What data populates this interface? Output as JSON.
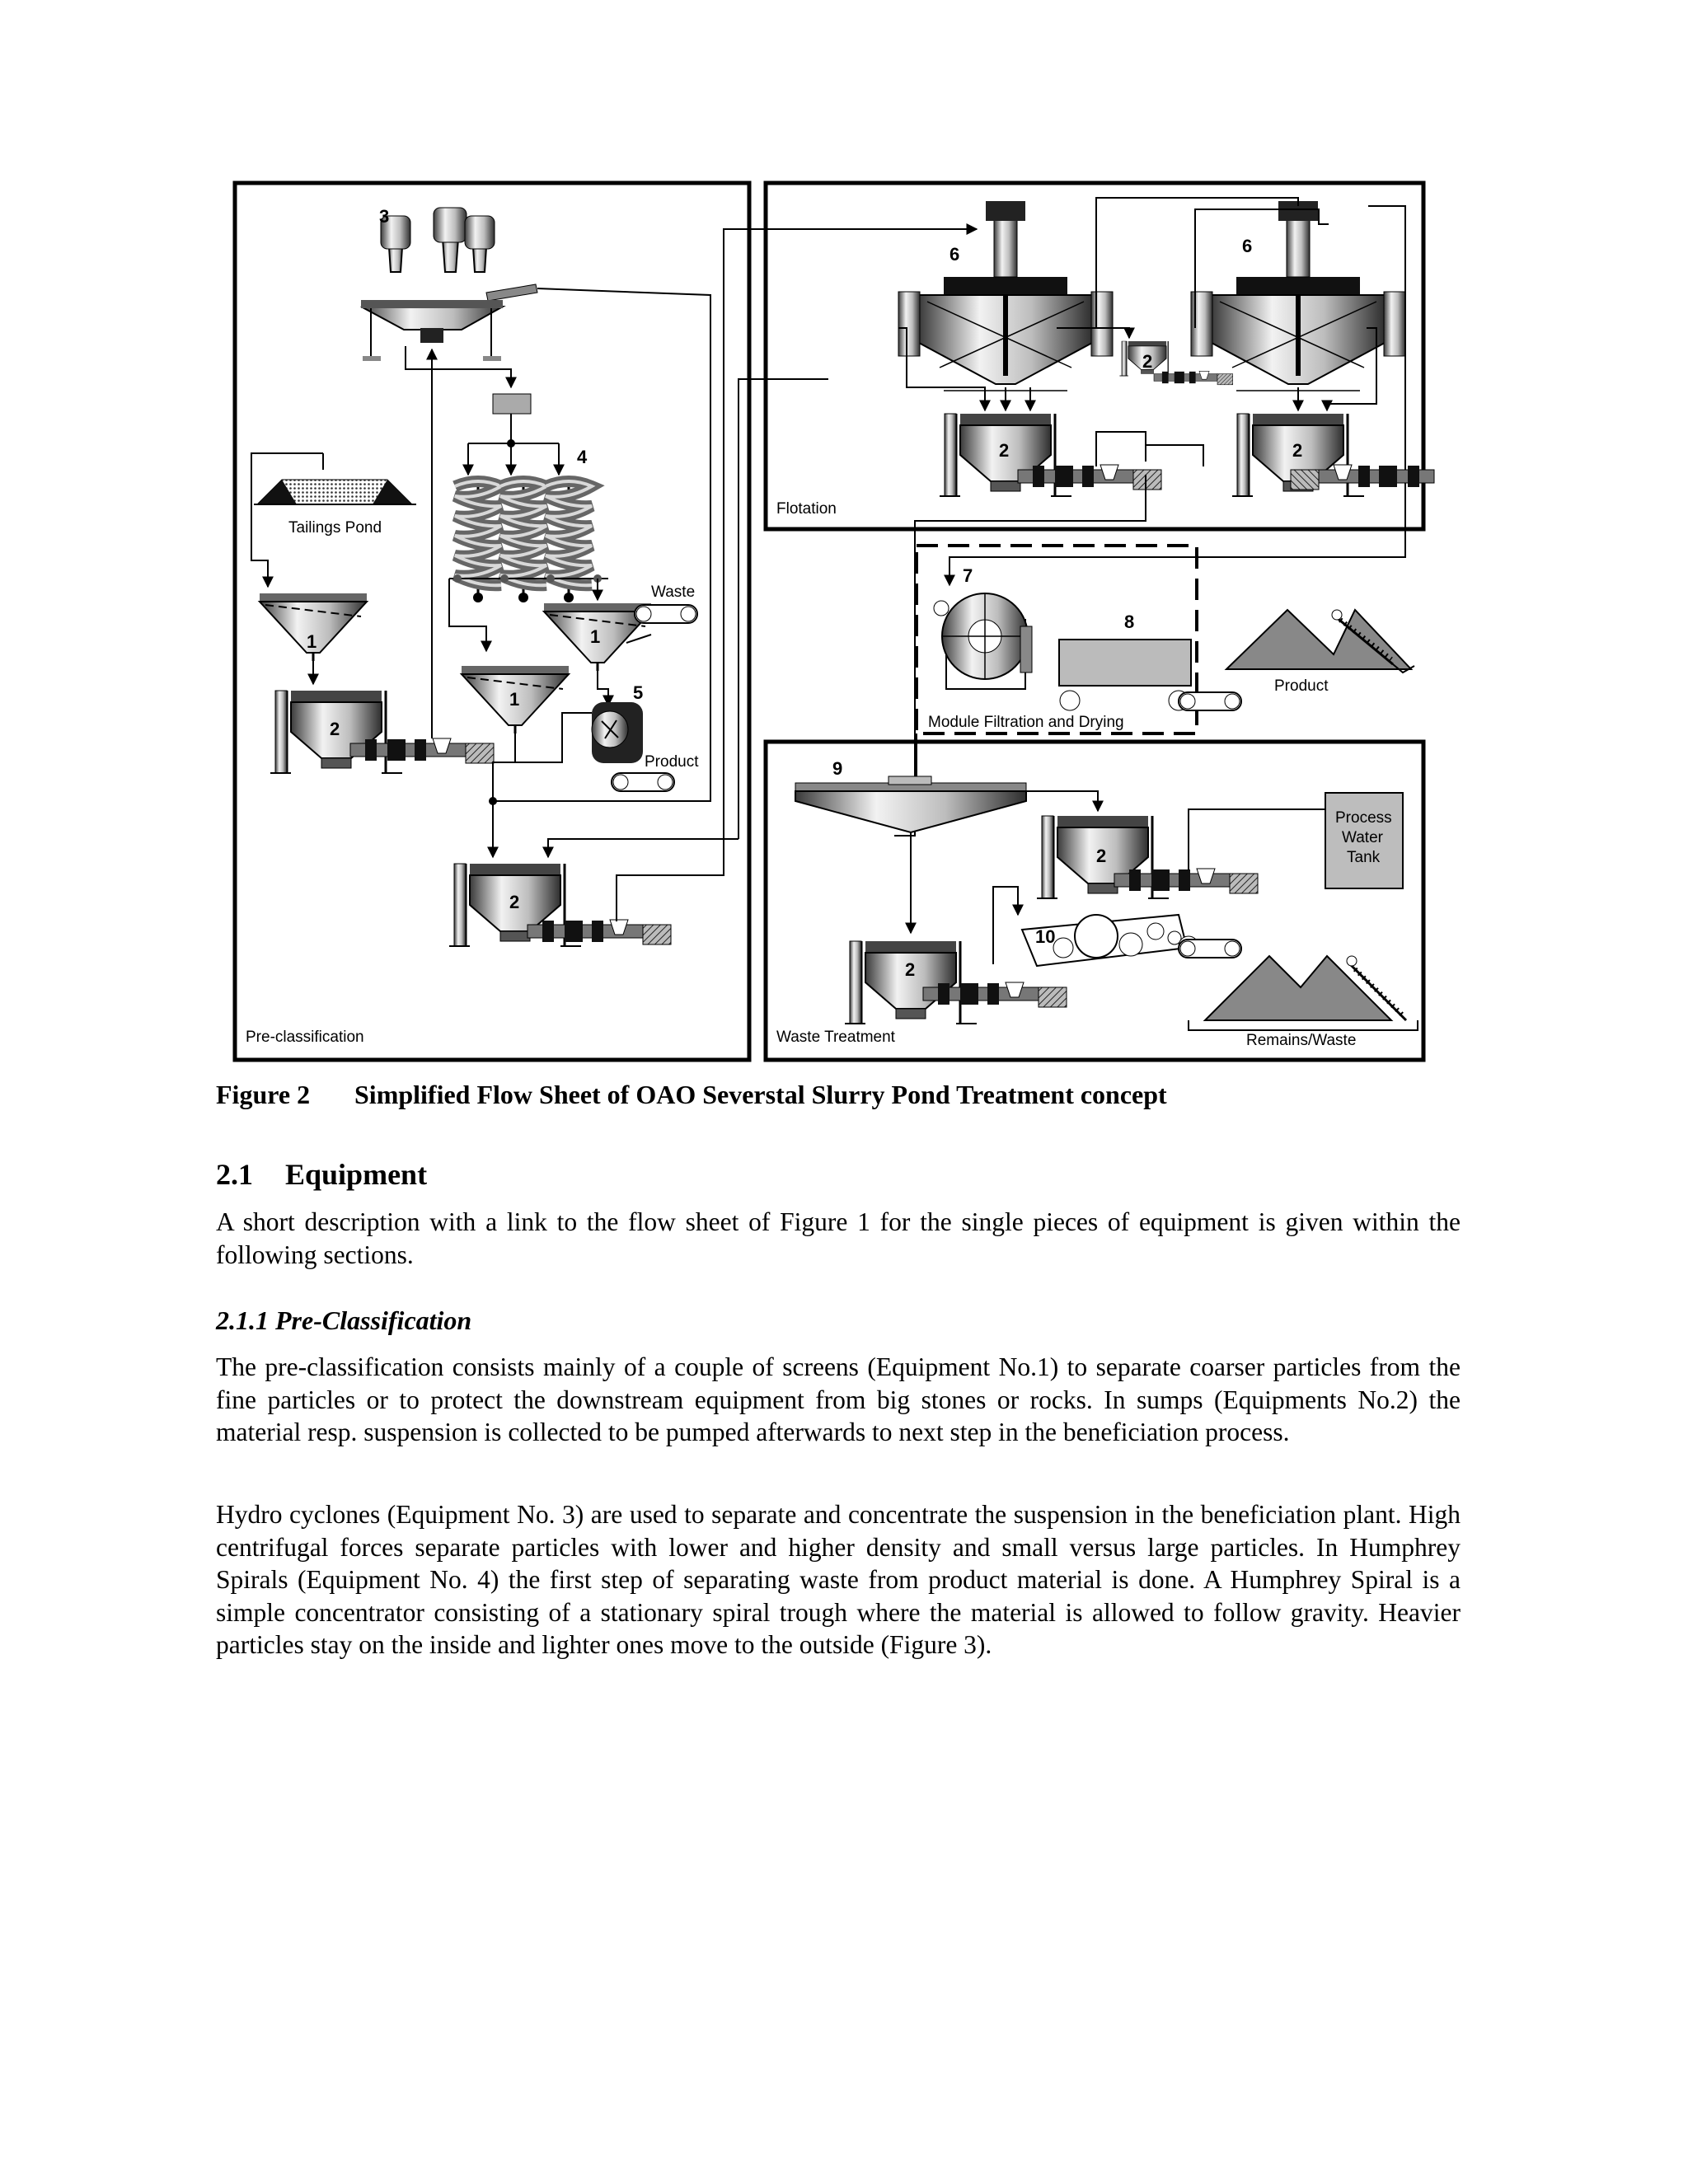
{
  "figure": {
    "labels": {
      "pre_classification": "Pre-classification",
      "flotation": "Flotation",
      "module_filtration": "Module Filtration and Drying",
      "waste_treatment": "Waste Treatment",
      "tailings_pond": "Tailings Pond",
      "waste": "Waste",
      "product_pre": "Product",
      "product_dry": "Product",
      "process_water_l1": "Process",
      "process_water_l2": "Water",
      "process_water_l3": "Tank",
      "remains_waste": "Remains/Waste"
    },
    "numbers": {
      "cyclone": "3",
      "spirals": "4",
      "screen_left": "1",
      "screen_mid": "1",
      "screen_low": "1",
      "sump_left": "2",
      "sump_bottom": "2",
      "pump_5": "5",
      "flot_left": "6",
      "flot_right": "6",
      "sump_flot_small": "2",
      "sump_flot_left": "2",
      "sump_flot_right": "2",
      "filter_7": "7",
      "dryer_8": "8",
      "thickener_9": "9",
      "sump_waste_right": "2",
      "sump_waste_left": "2",
      "belt_10": "10"
    }
  },
  "caption": {
    "number": "Figure 2",
    "text": "Simplified Flow Sheet of OAO Severstal Slurry Pond Treatment concept"
  },
  "section": {
    "number": "2.1",
    "title": "Equipment",
    "intro": "A short description with a link to the flow sheet of Figure 1 for the single pieces of equipment is given within the following sections."
  },
  "subsection": {
    "title": "2.1.1  Pre-Classification",
    "para1": "The pre-classification consists mainly of a couple of screens (Equipment No.1) to separate coarser particles from the fine particles or to protect the downstream equipment from big stones or rocks. In sumps (Equipments No.2) the material resp. suspension is collected to be pumped afterwards to next step in the beneficiation process.",
    "para2": "Hydro cyclones (Equipment No. 3) are used to separate and concentrate the suspension in the beneficiation plant. High centrifugal forces separate particles with lower and higher density and small versus large particles. In Humphrey Spirals (Equipment No. 4) the first step of separating waste from product material is done. A Humphrey Spiral is a simple concentrator consisting of a stationary spiral trough where the material is allowed to follow gravity. Heavier particles stay on the inside and lighter ones move to the outside (Figure 3)."
  }
}
